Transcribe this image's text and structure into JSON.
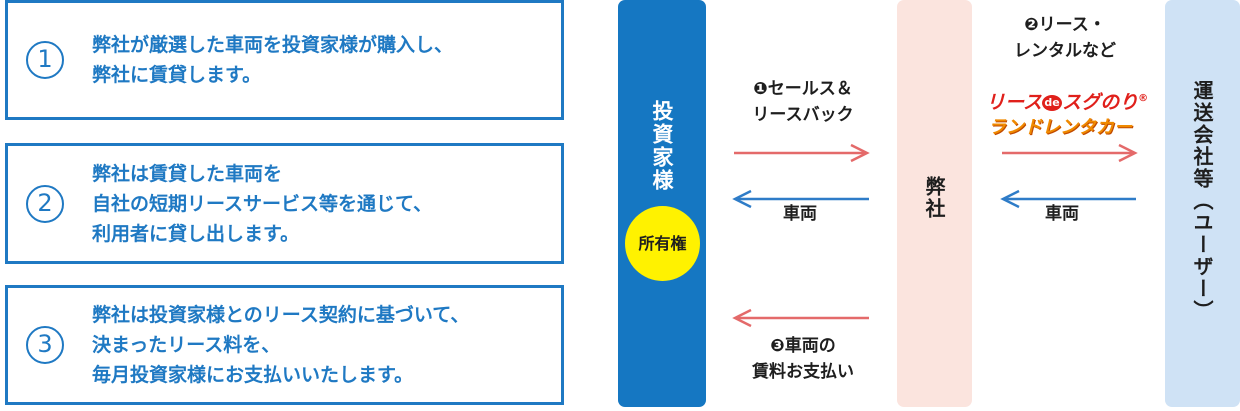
{
  "steps": [
    {
      "num": "1",
      "lines": [
        "弊社が厳選した車両を投資家様が購入し、",
        "弊社に賃貸します。"
      ]
    },
    {
      "num": "2",
      "lines": [
        "弊社は賃貸した車両を",
        "自社の短期リースサービス等を通じて、",
        "利用者に貸し出します。"
      ]
    },
    {
      "num": "3",
      "lines": [
        "弊社は投資家様とのリース契約に基づいて、",
        "決まったリース料を、",
        "毎月投資家様にお支払いいたします。"
      ]
    }
  ],
  "columns": {
    "investor": "投資家様",
    "ownership": "所有権",
    "company": "弊社",
    "user": "運送会社等（ユーザー）"
  },
  "arrows": {
    "sales_leaseback": [
      "❶セールス＆",
      "リースバック"
    ],
    "vehicle_1": "車両",
    "payment": [
      "❸車両の",
      "賃料お支払い"
    ],
    "lease_rental": [
      "❷リース・",
      "レンタルなど"
    ],
    "vehicle_2": "車両"
  },
  "logo": {
    "line1_part1": "リース",
    "line1_de": "de",
    "line1_part2": "スグのり",
    "line1_reg": "®",
    "line2": "ランドレンタカー"
  },
  "colors": {
    "step_blue": "#1f79c3",
    "investor_blue": "#1577c2",
    "company_pink": "#fbe4de",
    "user_blue": "#cfe2f5",
    "ownership_yellow": "#fff200",
    "arrow_red": "#e46a6a",
    "arrow_blue": "#2e7cc8"
  }
}
